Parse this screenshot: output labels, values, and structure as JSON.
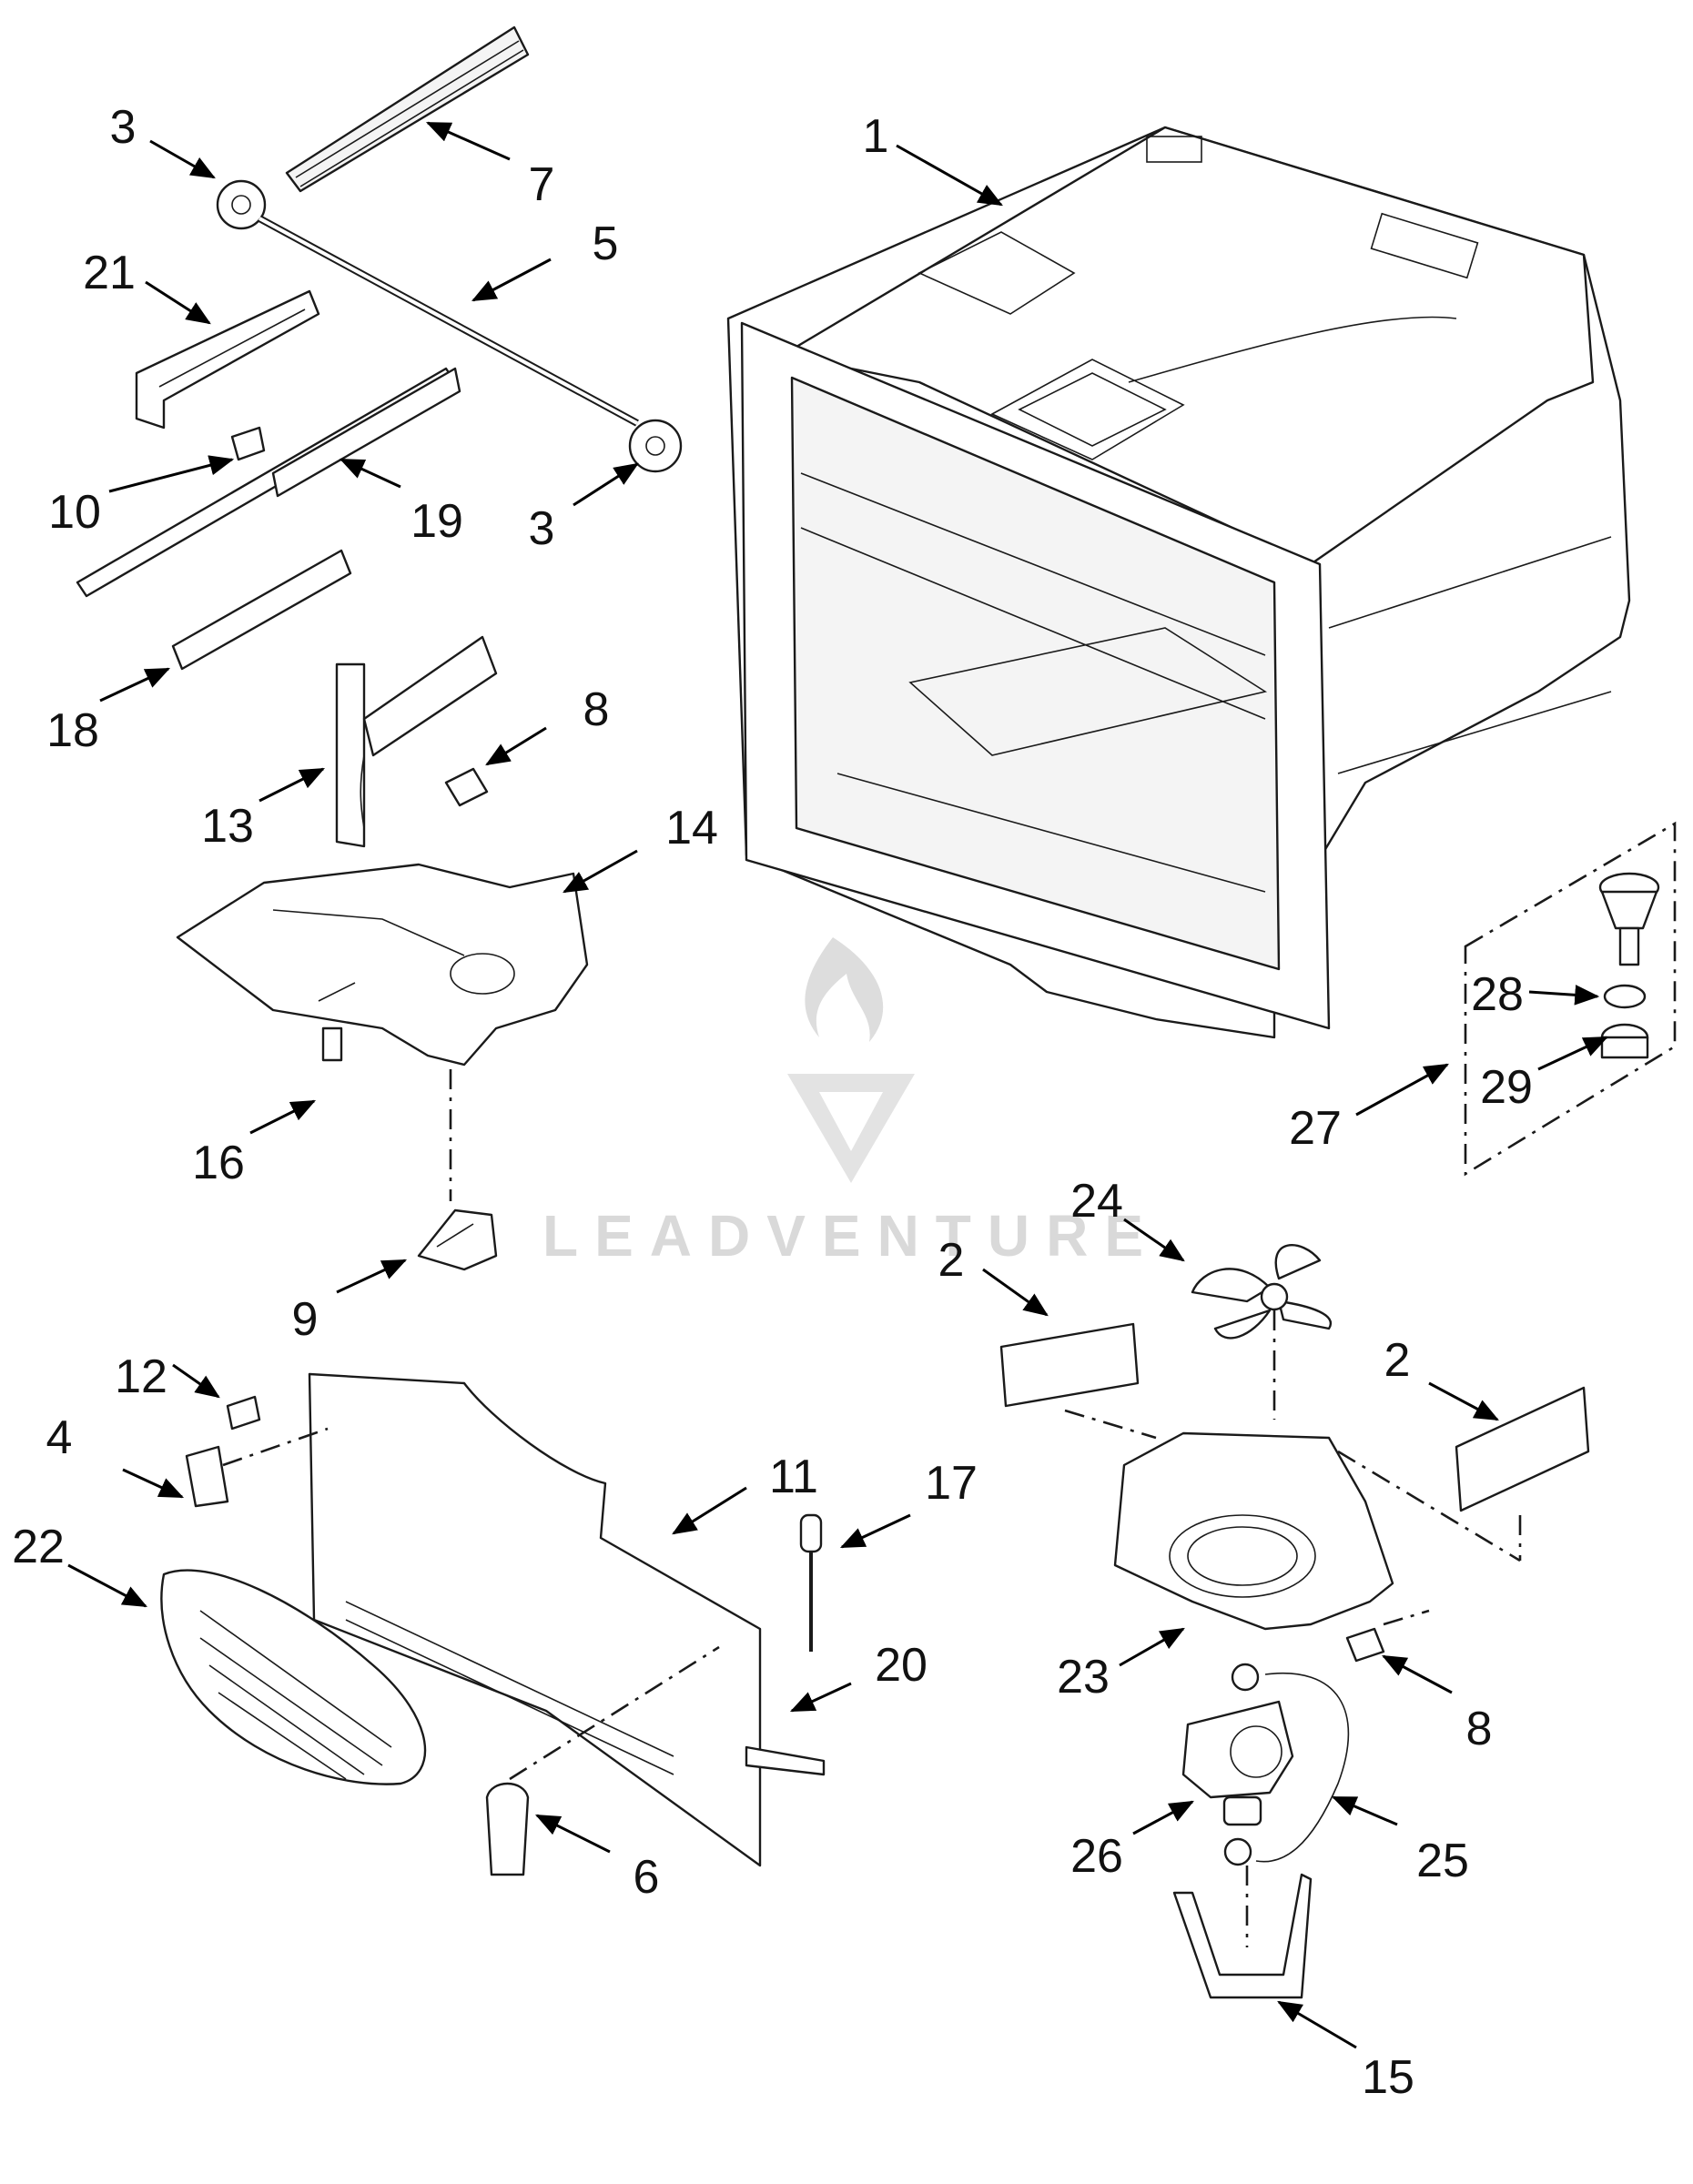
{
  "watermark": {
    "text": "LEADVENTURE"
  },
  "callouts": [
    {
      "id": "1",
      "label": "1"
    },
    {
      "id": "2a",
      "label": "2"
    },
    {
      "id": "2b",
      "label": "2"
    },
    {
      "id": "3a",
      "label": "3"
    },
    {
      "id": "3b",
      "label": "3"
    },
    {
      "id": "4",
      "label": "4"
    },
    {
      "id": "5",
      "label": "5"
    },
    {
      "id": "6",
      "label": "6"
    },
    {
      "id": "7",
      "label": "7"
    },
    {
      "id": "8a",
      "label": "8"
    },
    {
      "id": "8b",
      "label": "8"
    },
    {
      "id": "9",
      "label": "9"
    },
    {
      "id": "10",
      "label": "10"
    },
    {
      "id": "11",
      "label": "11"
    },
    {
      "id": "12",
      "label": "12"
    },
    {
      "id": "13",
      "label": "13"
    },
    {
      "id": "14",
      "label": "14"
    },
    {
      "id": "15",
      "label": "15"
    },
    {
      "id": "16",
      "label": "16"
    },
    {
      "id": "17",
      "label": "17"
    },
    {
      "id": "18",
      "label": "18"
    },
    {
      "id": "19",
      "label": "19"
    },
    {
      "id": "20",
      "label": "20"
    },
    {
      "id": "21",
      "label": "21"
    },
    {
      "id": "22",
      "label": "22"
    },
    {
      "id": "23",
      "label": "23"
    },
    {
      "id": "24",
      "label": "24"
    },
    {
      "id": "25",
      "label": "25"
    },
    {
      "id": "26",
      "label": "26"
    },
    {
      "id": "27",
      "label": "27"
    },
    {
      "id": "28",
      "label": "28"
    },
    {
      "id": "29",
      "label": "29"
    }
  ]
}
